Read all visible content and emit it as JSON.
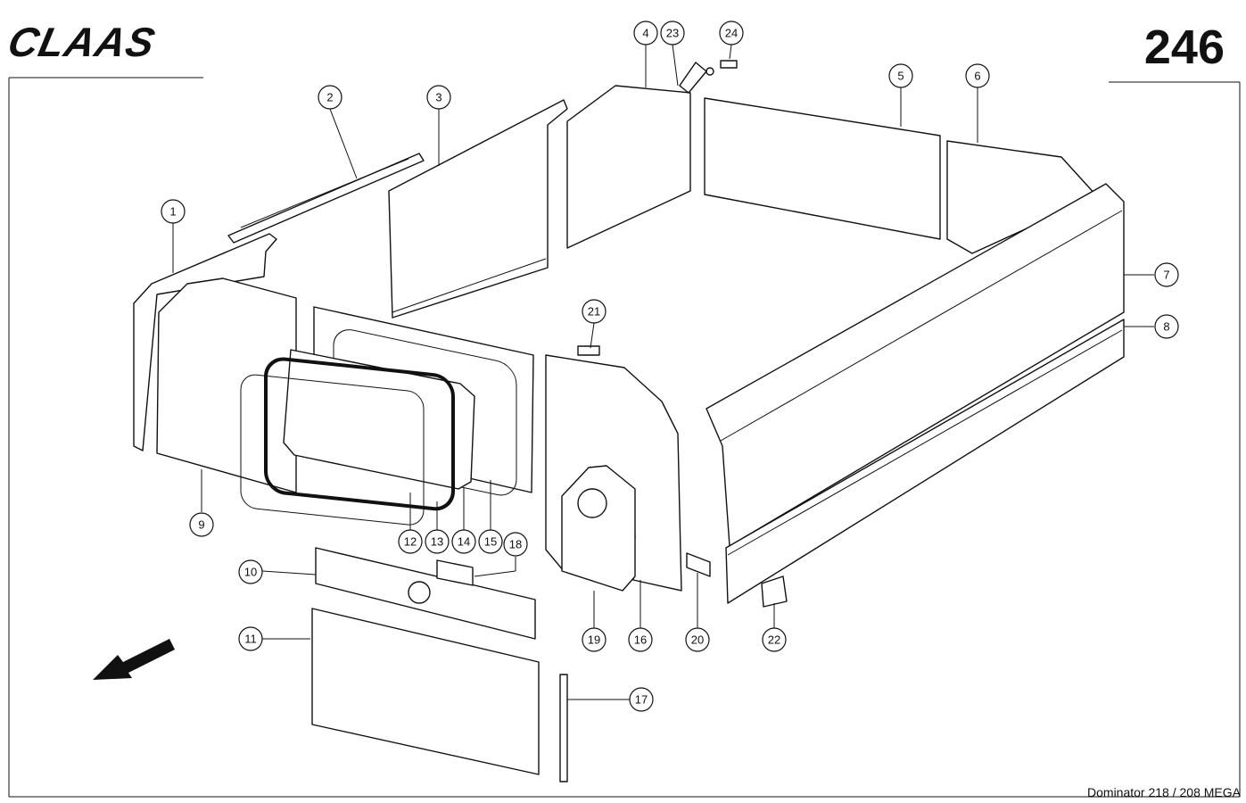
{
  "header": {
    "brand": "CLAAS",
    "page_number": "246"
  },
  "footer": {
    "model": "Dominator 218 / 208 MEGA"
  },
  "callouts": [
    "1",
    "2",
    "3",
    "4",
    "5",
    "6",
    "7",
    "8",
    "9",
    "10",
    "11",
    "12",
    "13",
    "14",
    "15",
    "16",
    "17",
    "18",
    "19",
    "20",
    "21",
    "22",
    "23",
    "24"
  ]
}
